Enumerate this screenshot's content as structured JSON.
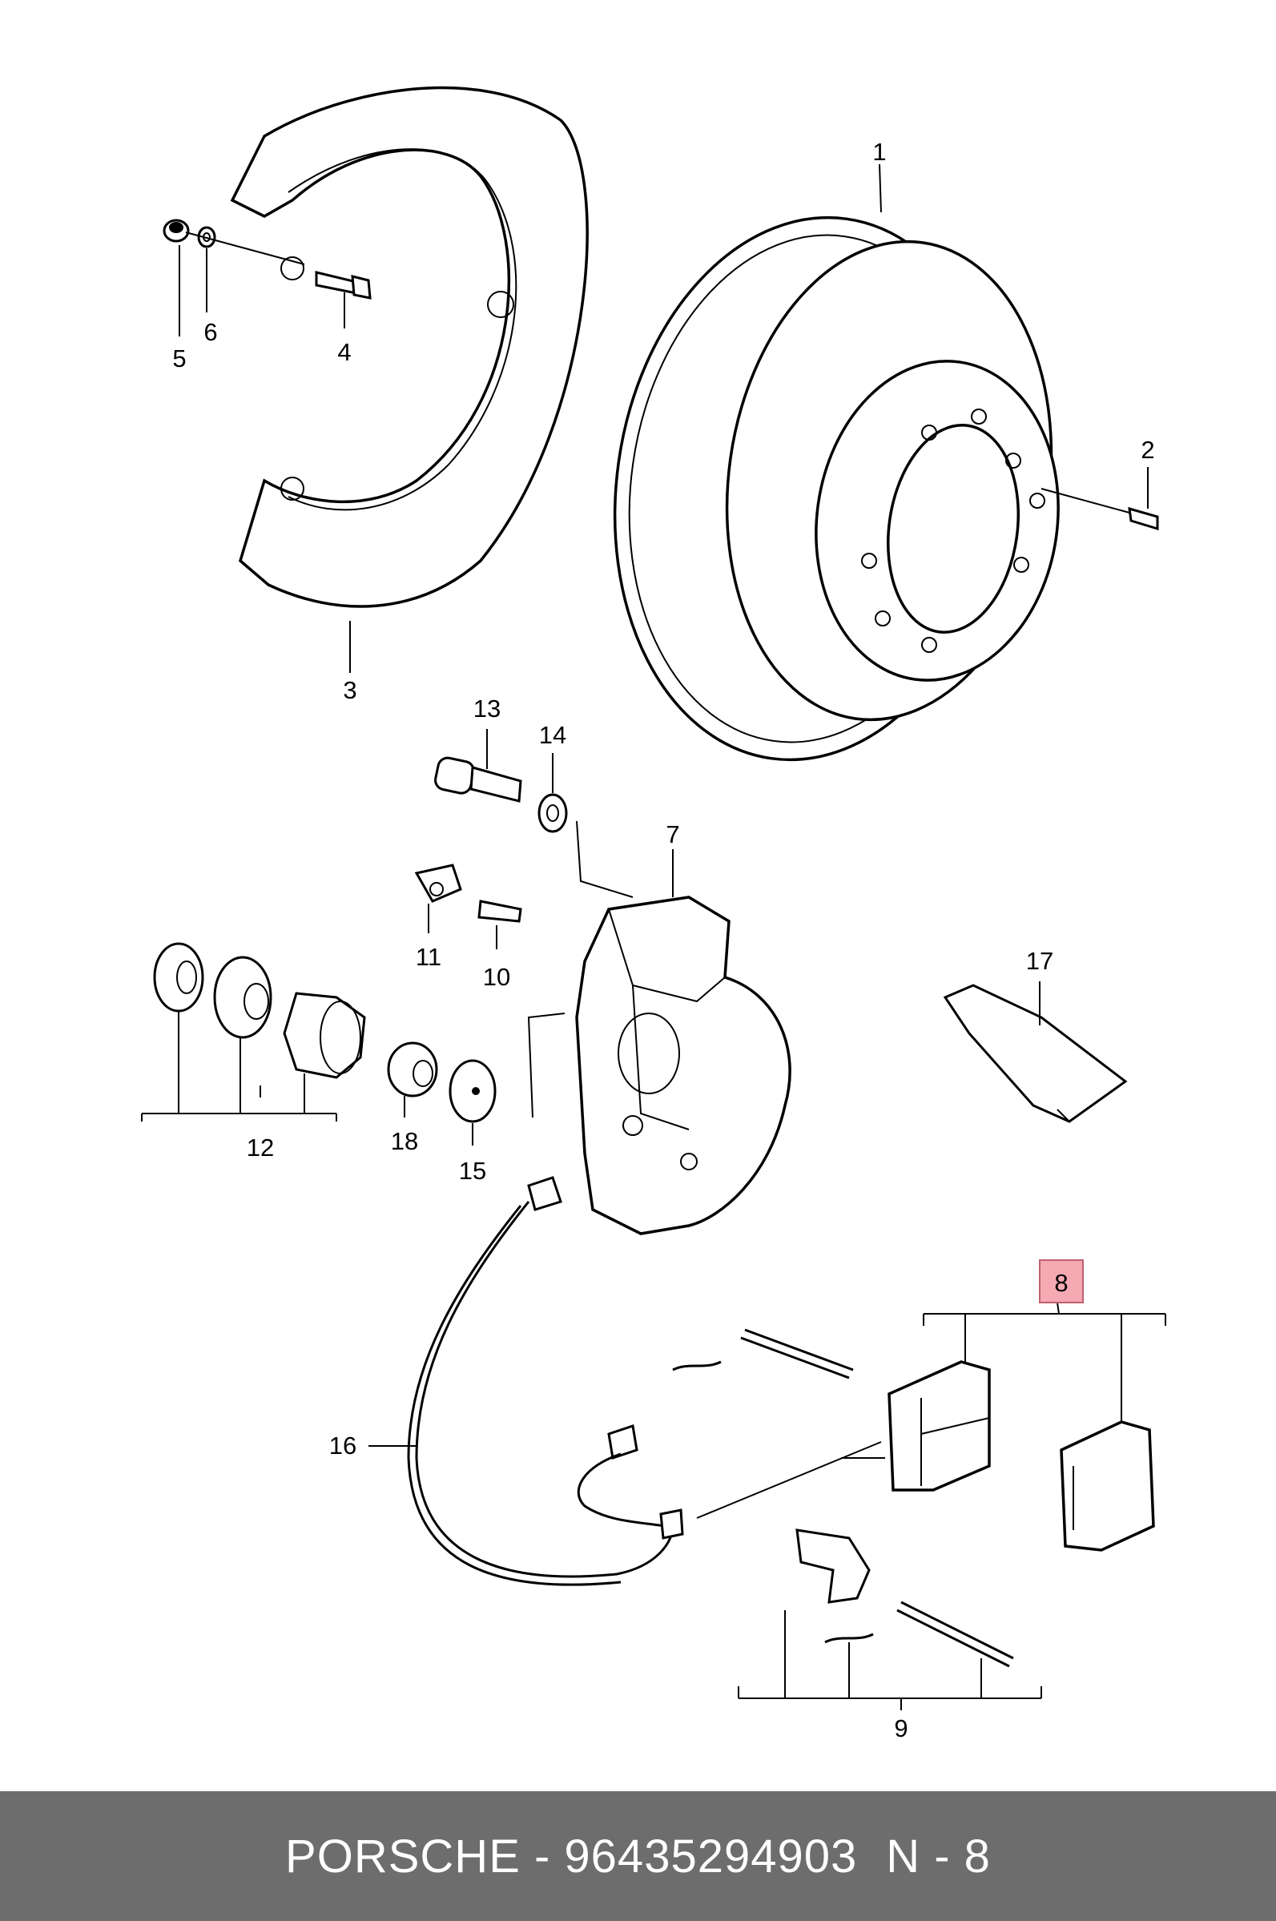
{
  "callouts": {
    "c1": "1",
    "c2": "2",
    "c3": "3",
    "c4": "4",
    "c5": "5",
    "c6": "6",
    "c7": "7",
    "c8": "8",
    "c9": "9",
    "c10": "10",
    "c11": "11",
    "c12": "12",
    "c13": "13",
    "c14": "14",
    "c15": "15",
    "c16": "16",
    "c17": "17",
    "c18": "18"
  },
  "highlight_color": "#f4a9b3",
  "footer": {
    "brand_part": "PORSCHE - 96435294903",
    "position": "N - 8"
  }
}
